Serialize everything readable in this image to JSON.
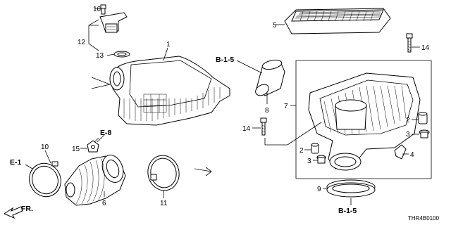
{
  "callouts": {
    "c1": "1",
    "c2a": "2",
    "c2b": "2",
    "c3a": "3",
    "c3b": "3",
    "c4": "4",
    "c5": "5",
    "c6": "6",
    "c7": "7",
    "c8": "8",
    "c9": "9",
    "c10": "10",
    "c11": "11",
    "c12": "12",
    "c13": "13",
    "c14a": "14",
    "c14b": "14",
    "c15": "15",
    "c16": "16"
  },
  "references": {
    "b15_top": "B-1-5",
    "b15_bottom": "B-1-5",
    "e8": "E-8",
    "e1": "E-1",
    "fr": "FR."
  },
  "diagram_code": "THR4B0100"
}
